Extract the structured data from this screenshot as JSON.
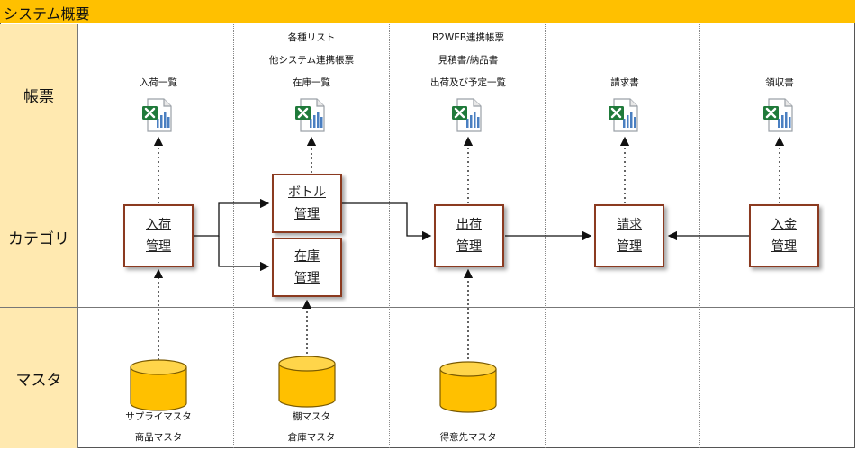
{
  "title": "システム概要",
  "rows": {
    "reports": "帳票",
    "category": "カテゴリ",
    "master": "マスタ"
  },
  "reports": {
    "col1": [
      "入荷一覧"
    ],
    "col2": [
      "各種リスト",
      "他システム連携帳票",
      "在庫一覧"
    ],
    "col3": [
      "B2WEB連携帳票",
      "見積書/納品書",
      "出荷及び予定一覧"
    ],
    "col4": [
      "請求書"
    ],
    "col5": [
      "領収書"
    ]
  },
  "icons": {
    "report": "excel-file-icon",
    "master": "database-cylinder-icon"
  },
  "process_boxes": {
    "receiving": [
      "入荷",
      "管理"
    ],
    "bottle": [
      "ボトル",
      "管理"
    ],
    "stock": [
      "在庫",
      "管理"
    ],
    "shipping": [
      "出荷",
      "管理"
    ],
    "billing": [
      "請求",
      "管理"
    ],
    "payment": [
      "入金",
      "管理"
    ]
  },
  "masters": {
    "col1": [
      "サプライマスタ",
      "商品マスタ"
    ],
    "col2": [
      "棚マスタ",
      "倉庫マスタ"
    ],
    "col3": [
      "得意先マスタ"
    ]
  },
  "colors": {
    "title_bg": "#ffc000",
    "row_header_bg": "#ffe9b0",
    "box_border": "#8b3a20",
    "db_fill": "#ffc000"
  }
}
